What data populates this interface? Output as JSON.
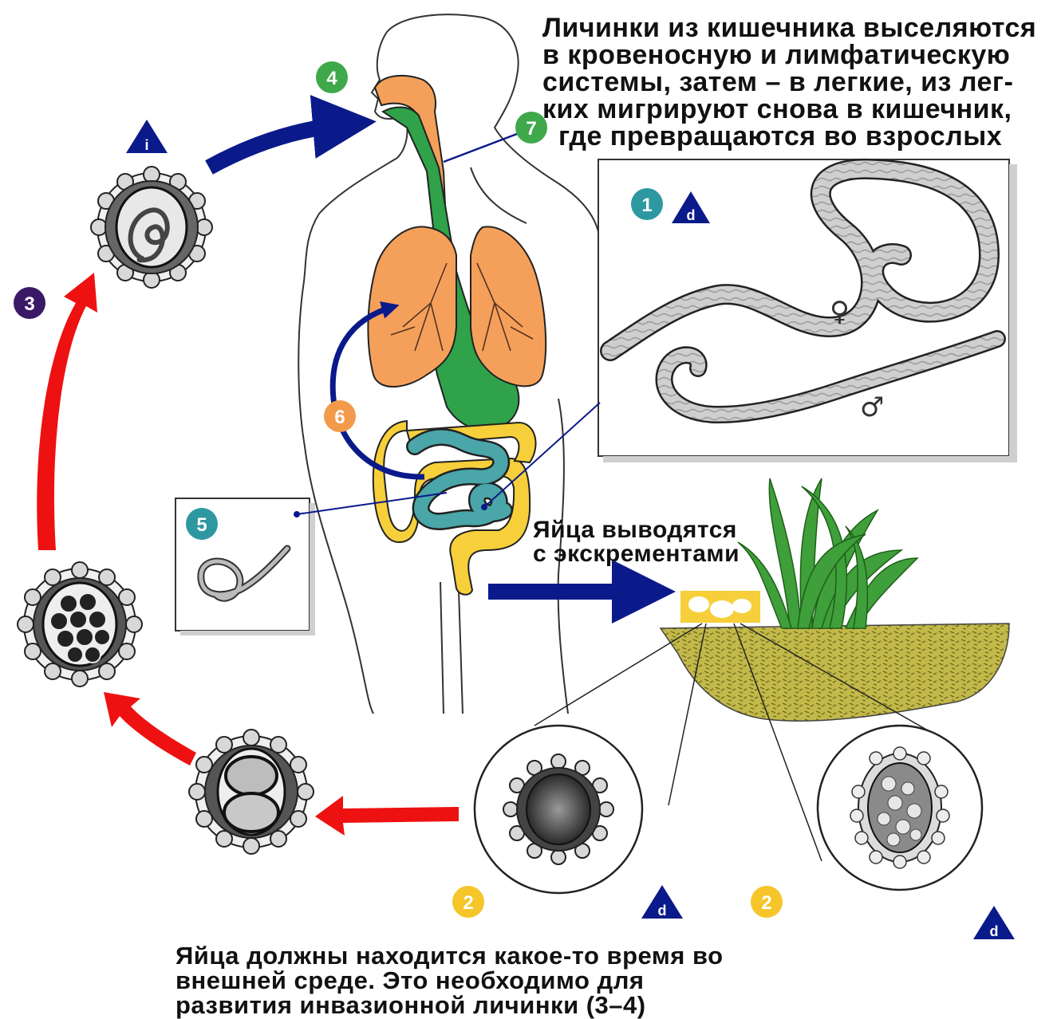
{
  "captions": {
    "top": [
      "Личинки из кишечника выселяются",
      "в кровеносную и лимфатическую",
      "системы, затем – в легкие, из лег-",
      "ких мигрируют снова в кишечник,",
      "где превращаются во взрослых"
    ],
    "middle": [
      "Яйца выводятся",
      "с экскрементами"
    ],
    "bottom": [
      "Яйца должны находится какое-то время во",
      "внешней среде. Это необходимо для",
      "развития инвазионной личинки (3–4)"
    ]
  },
  "badges": {
    "stage_1": "1",
    "stage_2a": "2",
    "stage_2b": "2",
    "stage_3": "3",
    "stage_4": "4",
    "stage_5": "5",
    "stage_6": "6",
    "stage_7": "7",
    "infective_marker": "i",
    "diagnostic_marker_1": "d",
    "diagnostic_marker_2": "d",
    "diagnostic_marker_3": "d"
  },
  "symbols": {
    "female": "♀",
    "male": "♂"
  },
  "colors": {
    "arrow_red": "#ee1111",
    "arrow_blue": "#0a1a8a",
    "line_blue": "#0a1a8a",
    "lungs": "#f5a05a",
    "intestine_yellow": "#f6cf3a",
    "small_intestine_teal": "#4aa6a8",
    "stomach_green": "#2fa24a",
    "soil": "#b7b03a",
    "grass": "#3f9f3a",
    "badge_green": "#3ea84a",
    "badge_teal": "#2e98a0",
    "badge_purple": "#3a1a66",
    "badge_orange": "#f39a4a",
    "badge_yellow": "#f5c52a",
    "triangle_blue": "#0a1a8a"
  }
}
